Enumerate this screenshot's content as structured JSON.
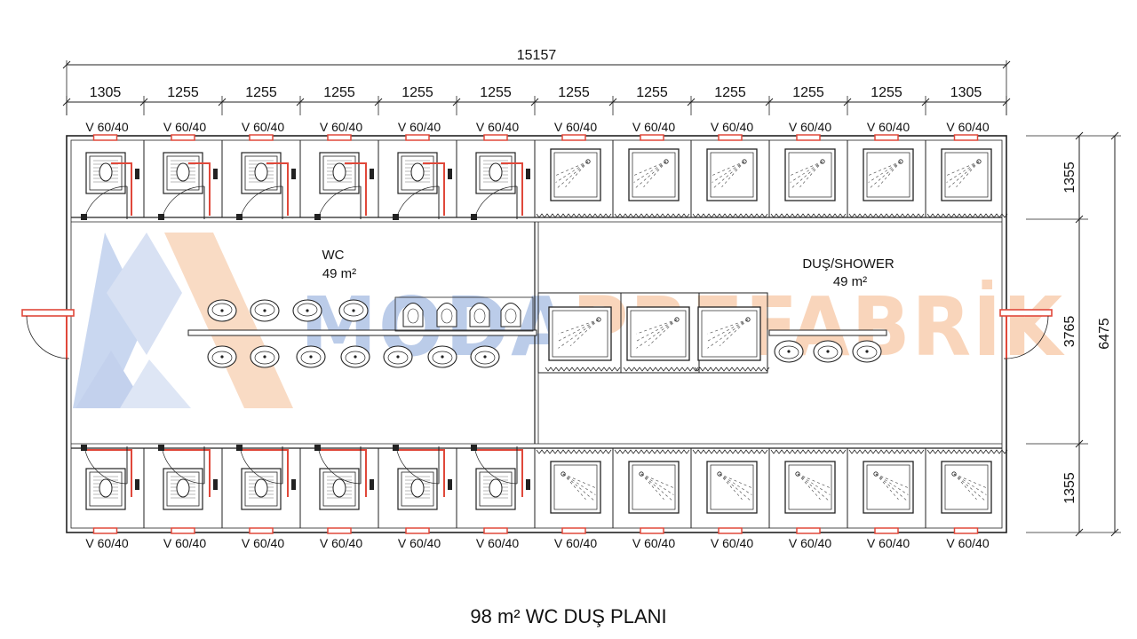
{
  "title": "98 m² WC DUŞ PLANI",
  "overall_width": "15157",
  "overall_depth": "6475",
  "bay_widths": [
    "1305",
    "1255",
    "1255",
    "1255",
    "1255",
    "1255",
    "1255",
    "1255",
    "1255",
    "1255",
    "1255",
    "1305"
  ],
  "right_dims": [
    "1355",
    "3765",
    "1355"
  ],
  "window_label": "V 60/40",
  "rooms": {
    "wc": {
      "name": "WC",
      "area": "49 m²"
    },
    "shower": {
      "name": "DUŞ/SHOWER",
      "area": "49 m²"
    }
  },
  "watermark": {
    "text": "MODAPREFABRİK",
    "color_left": "#6b8fd0",
    "color_right": "#f2a46a"
  },
  "colors": {
    "line": "#222222",
    "accent": "#e0483a"
  }
}
